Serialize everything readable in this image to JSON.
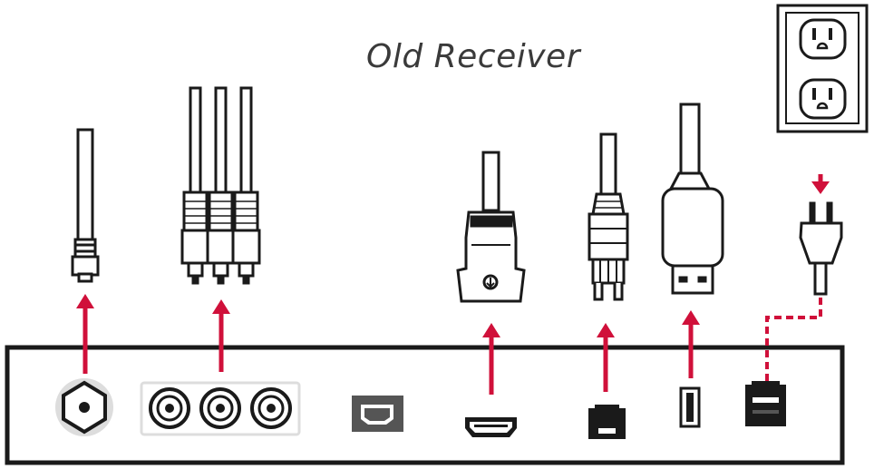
{
  "title": "Old Receiver",
  "colors": {
    "arrow": "#d0103a",
    "outline": "#1a1a1a",
    "panel_fill": "#ffffff",
    "port_dark": "#1a1a1a",
    "port_gray": "#555555",
    "coax_bg": "#dddddd"
  },
  "cables": [
    {
      "name": "coax-cable",
      "icon": "coax-connector-icon"
    },
    {
      "name": "rca-cable",
      "icon": "rca-plugs-icon"
    },
    {
      "name": "hdmi-cable",
      "icon": "hdmi-plug-icon"
    },
    {
      "name": "ethernet-cable",
      "icon": "rj45-plug-icon"
    },
    {
      "name": "usb-cable",
      "icon": "usb-plug-icon"
    },
    {
      "name": "power-cord",
      "icon": "power-plug-icon",
      "link": "dashed"
    }
  ],
  "ports": [
    {
      "name": "coax-port",
      "icon": "coax-port-icon"
    },
    {
      "name": "rca-ports",
      "icon": "rca-ports-icon"
    },
    {
      "name": "optical-port",
      "icon": "optical-port-icon"
    },
    {
      "name": "hdmi-port",
      "icon": "hdmi-port-icon"
    },
    {
      "name": "ethernet-port",
      "icon": "ethernet-port-icon"
    },
    {
      "name": "usb-port",
      "icon": "usb-port-icon"
    },
    {
      "name": "power-port",
      "icon": "power-port-icon"
    }
  ],
  "outlet": {
    "icon": "wall-outlet-icon"
  }
}
